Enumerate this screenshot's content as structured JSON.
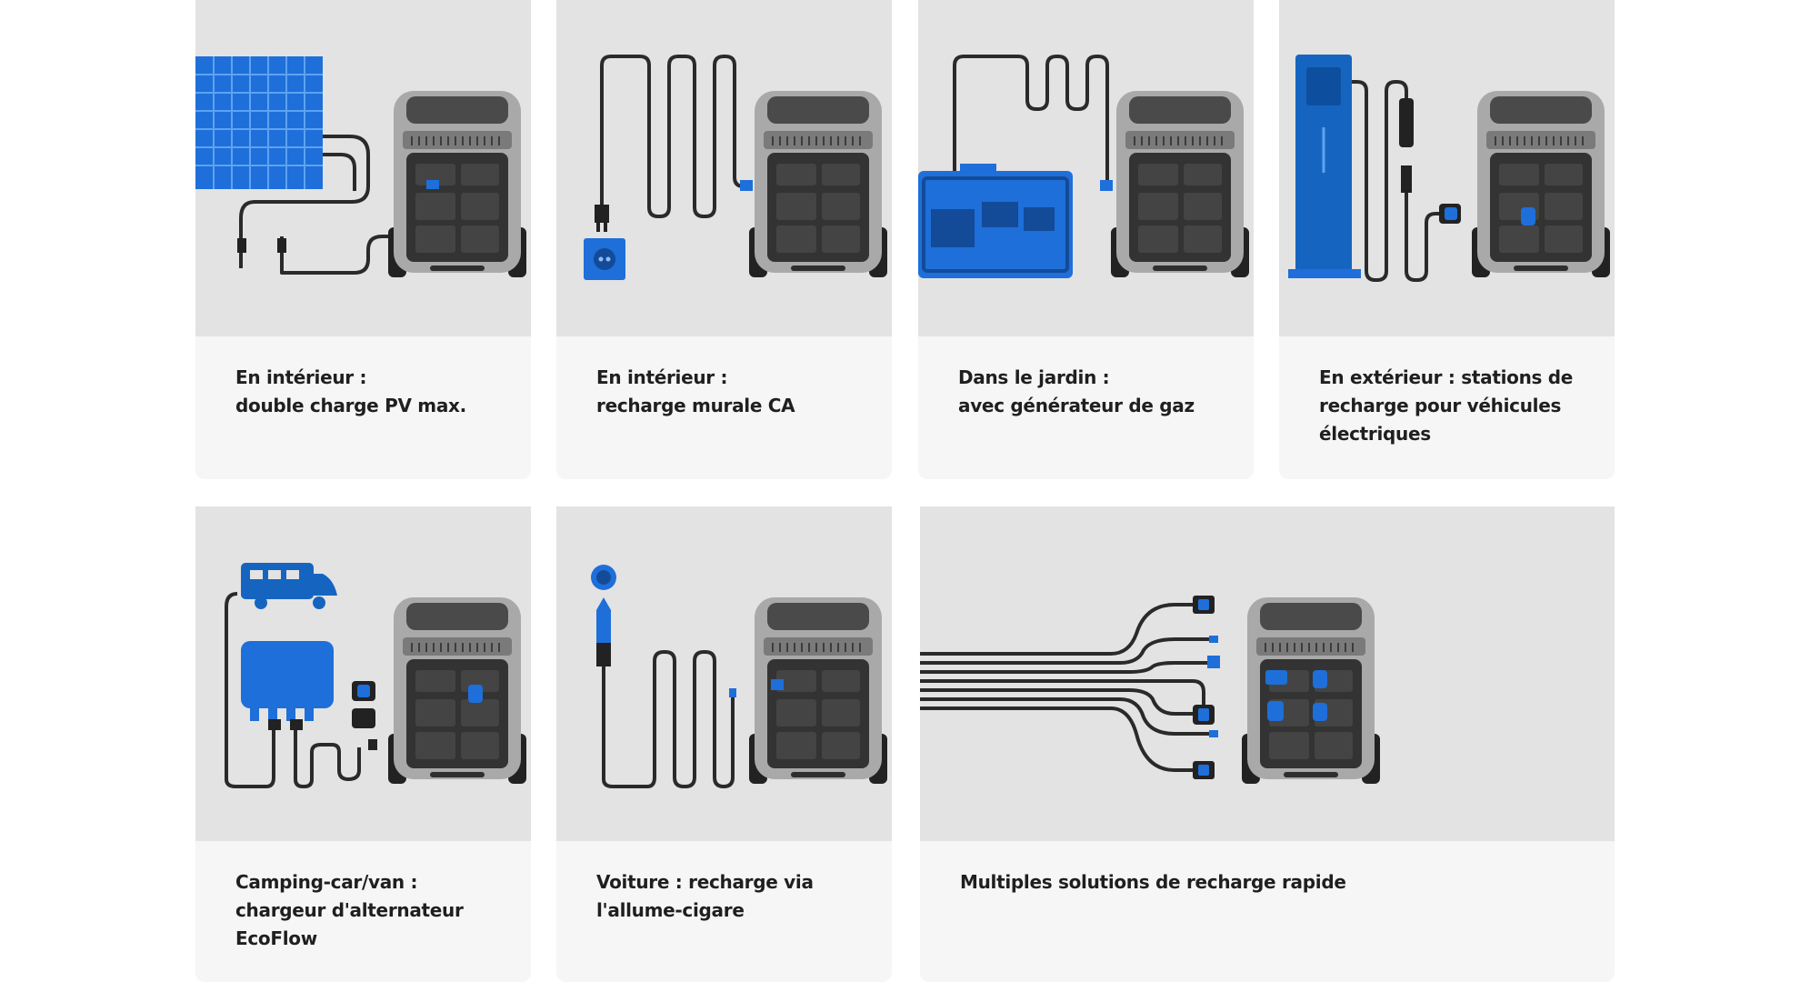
{
  "cards": [
    {
      "caption": "En intérieur :\ndouble charge PV max."
    },
    {
      "caption": "En intérieur :\nrecharge murale CA"
    },
    {
      "caption": "Dans le jardin :\navec générateur de gaz"
    },
    {
      "caption": "En extérieur : stations de\nrecharge pour véhicules\nélectriques"
    },
    {
      "caption": "Camping-car/van :\nchargeur d'alternateur\nEcoFlow"
    },
    {
      "caption": "Voiture : recharge via\nl'allume-cigare"
    },
    {
      "caption": "Multiples solutions de recharge rapide"
    }
  ],
  "colors": {
    "accent_blue": "#1565c0",
    "panel_blue": "#1e6fd9",
    "illustration_bg": "#e3e3e3",
    "caption_bg": "#f6f6f6",
    "cable": "#2a2a2a",
    "station_gray": "#a6a6a6",
    "station_dark": "#333333"
  }
}
